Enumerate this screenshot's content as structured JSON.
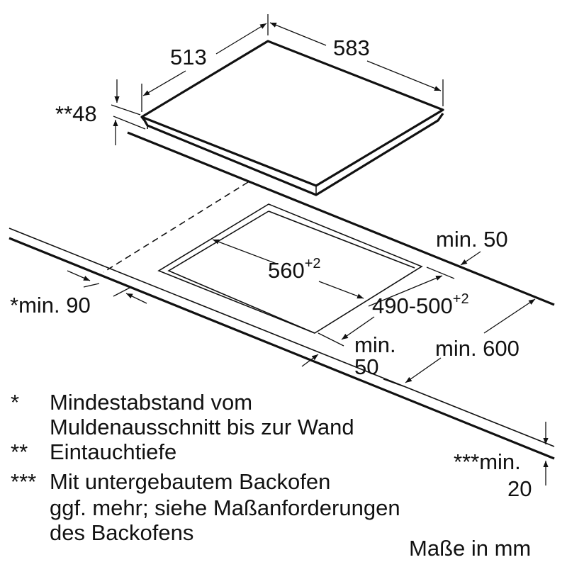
{
  "colors": {
    "line": "#111111",
    "background": "#ffffff"
  },
  "dimensions": {
    "hob_depth": "513",
    "hob_width": "583",
    "immersion_depth": "**48",
    "cutout_width": "560",
    "cutout_width_tolerance": "+2",
    "cutout_depth": "490-500",
    "cutout_depth_tolerance": "+2",
    "rear_min": "min. 50",
    "side_min": "*min. 90",
    "front_min_1": "min.",
    "front_min_2": "50",
    "counter_depth_min": "min. 600",
    "counter_thickness_min_1": "***min.",
    "counter_thickness_min_2": "20"
  },
  "legend": [
    {
      "mark": "*",
      "lines": [
        "Mindestabstand vom",
        "Muldenausschnitt bis zur Wand"
      ]
    },
    {
      "mark": "**",
      "lines": [
        "Eintauchtiefe"
      ]
    },
    {
      "mark": "***",
      "lines": [
        "Mit untergebautem Backofen",
        "ggf. mehr; siehe Maßanforderungen",
        "des Backofens"
      ]
    }
  ],
  "units_note": "Maße in mm"
}
